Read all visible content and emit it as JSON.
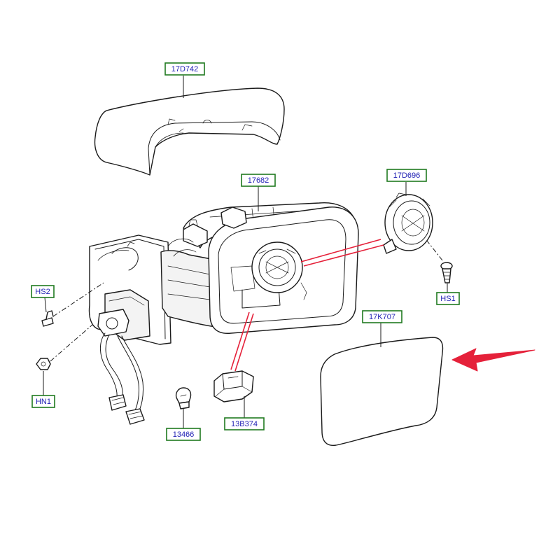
{
  "labels": {
    "cover": "17D742",
    "housing": "17682",
    "motor": "17D696",
    "screw_hs1": "HS1",
    "screw_hs2": "HS2",
    "nut": "HN1",
    "glass": "17K707",
    "bulb": "13466",
    "lamp": "13B374"
  },
  "colors": {
    "label_border": "#1f7a1f",
    "label_text": "#1f1fb4",
    "callout_red": "#e5213a"
  }
}
